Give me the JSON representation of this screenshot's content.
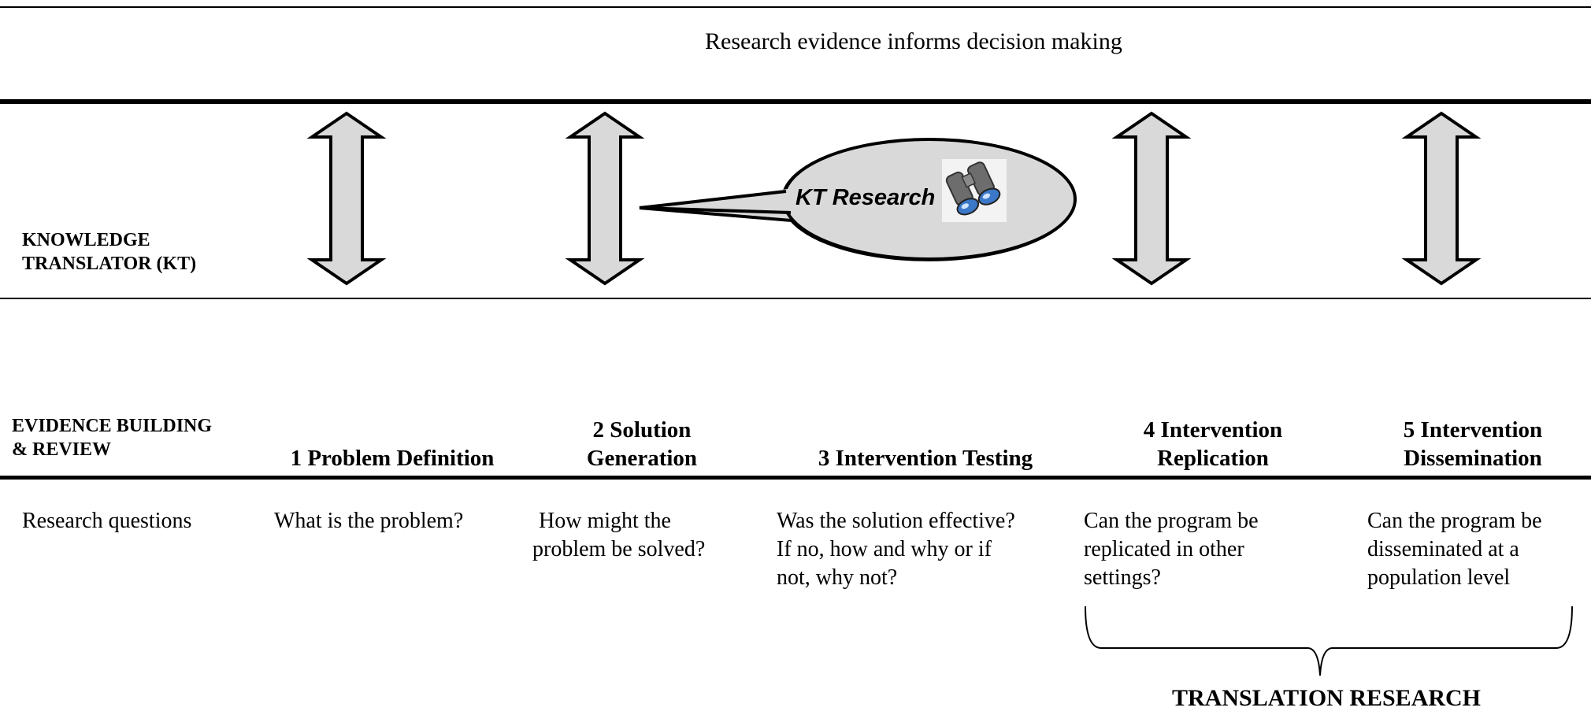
{
  "banner": {
    "text": "Research evidence informs decision making"
  },
  "kt_row": {
    "label_line1": "KNOWLEDGE",
    "label_line2": "TRANSLATOR (KT)",
    "bubble_text": "KT Research",
    "bubble_icon": "binoculars-icon"
  },
  "evidence_row": {
    "label_line1": "EVIDENCE BUILDING",
    "label_line2": "& REVIEW"
  },
  "columns": [
    {
      "head_line1": "",
      "head_line2": "1 Problem Definition",
      "question": "What is the problem?"
    },
    {
      "head_line1": "2 Solution",
      "head_line2": "Generation",
      "question_line1": "How might the",
      "question_line2": "problem be solved?"
    },
    {
      "head_line1": "",
      "head_line2": "3 Intervention Testing",
      "question_line1": "Was the solution effective?",
      "question_line2": "If no, how and why or if",
      "question_line3": "not, why not?"
    },
    {
      "head_line1": "4 Intervention",
      "head_line2": "Replication",
      "question_line1": "Can the program be",
      "question_line2": "replicated in other",
      "question_line3": "settings?"
    },
    {
      "head_line1": "5 Intervention",
      "head_line2": "Dissemination",
      "question_line1": "Can the program be",
      "question_line2": "disseminated at a",
      "question_line3": "population level"
    }
  ],
  "row_label": "Research questions",
  "bracket_label": "TRANSLATION RESEARCH",
  "colors": {
    "arrow_fill": "#d9d9d9",
    "bubble_fill": "#d9d9d9",
    "line": "#000000"
  }
}
